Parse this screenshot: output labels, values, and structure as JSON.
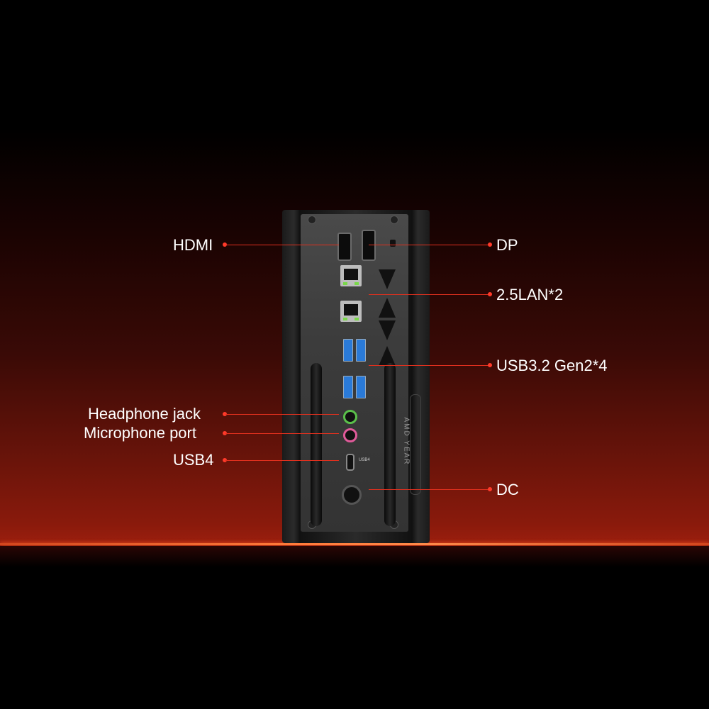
{
  "callouts": {
    "hdmi": "HDMI",
    "dp": "DP",
    "lan": "2.5LAN*2",
    "usb32": "USB3.2 Gen2*4",
    "headphone": "Headphone jack",
    "microphone": "Microphone port",
    "usb4": "USB4",
    "dc": "DC"
  },
  "device": {
    "port_label_usb4": "USB4",
    "side_text": "AMD YEAR"
  },
  "colors": {
    "accent_line": "#e0301e",
    "dot": "#ff3a2a",
    "usb_blue": "#2a7ad8",
    "headphone_green": "#5ac04a",
    "mic_pink": "#e05a9a"
  }
}
